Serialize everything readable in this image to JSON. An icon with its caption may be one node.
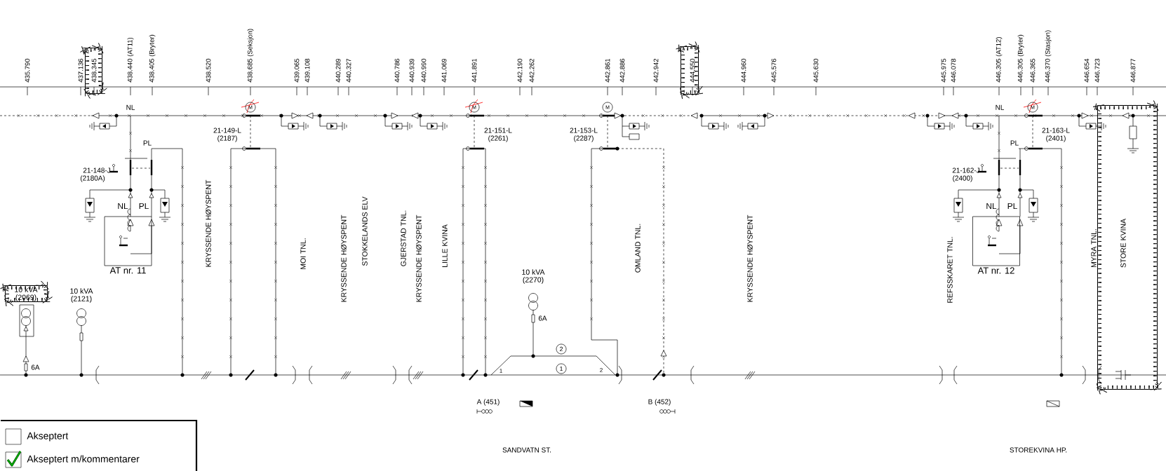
{
  "diagram": {
    "labels": [
      "435.790",
      "437.136",
      "438.345",
      "438.440 (AT11)",
      "438.405 (Bryter)",
      "438.520",
      "438.685 (Seksjon)",
      "439.065",
      "439.108",
      "440.289",
      "440.327",
      "440.786",
      "440.939",
      "440.990",
      "441.069",
      "441.891",
      "442.190",
      "442.262",
      "442.861",
      "442.886",
      "442.942",
      "444.550",
      "444.960",
      "445.576",
      "445.630",
      "445.975",
      "446.078",
      "446.305 (AT12)",
      "446.305 (Bryter)",
      "446.365",
      "446.370 (Stasjon)",
      "446.654",
      "446.723",
      "446.877",
      "M",
      "M",
      "M",
      "M",
      "NL",
      "NL",
      "21-149-L",
      "(2187)",
      "21-151-L",
      "(2261)",
      "21-153-L",
      "(2287)",
      "21-163-L",
      "(2401)",
      "PL",
      "PL",
      "21-148-J",
      "(2180A)",
      "21-162-J",
      "(2400)",
      "NL",
      "PL",
      "NL",
      "PL",
      "AT nr. 11",
      "AT nr. 12",
      "KRYSSENDE HØYSPENT",
      "MOI TNL.",
      "KRYSSENDE HØYSPENT",
      "STOKKELANDS ELV",
      "GJERSTAD TNL.",
      "KRYSSENDE HØYSPENT",
      "LILLE KVINA",
      "OMLAND TNL.",
      "KRYSSENDE HØYSPENT",
      "REFSSKARET TNL.",
      "MYRA TNL.",
      "STORE KVINA",
      "10 kVA",
      "(2069)",
      "10 kVA",
      "(2121)",
      "10 kVA",
      "(2270)",
      "6A",
      "2",
      "1",
      "1",
      "2",
      "6A",
      "A (451)",
      "B (452)",
      "SANDVATN ST.",
      "STOREKVINA HP."
    ],
    "legend": [
      {
        "text": "Akseptert"
      },
      {
        "text": "Akseptert m/kommentarer"
      }
    ]
  }
}
